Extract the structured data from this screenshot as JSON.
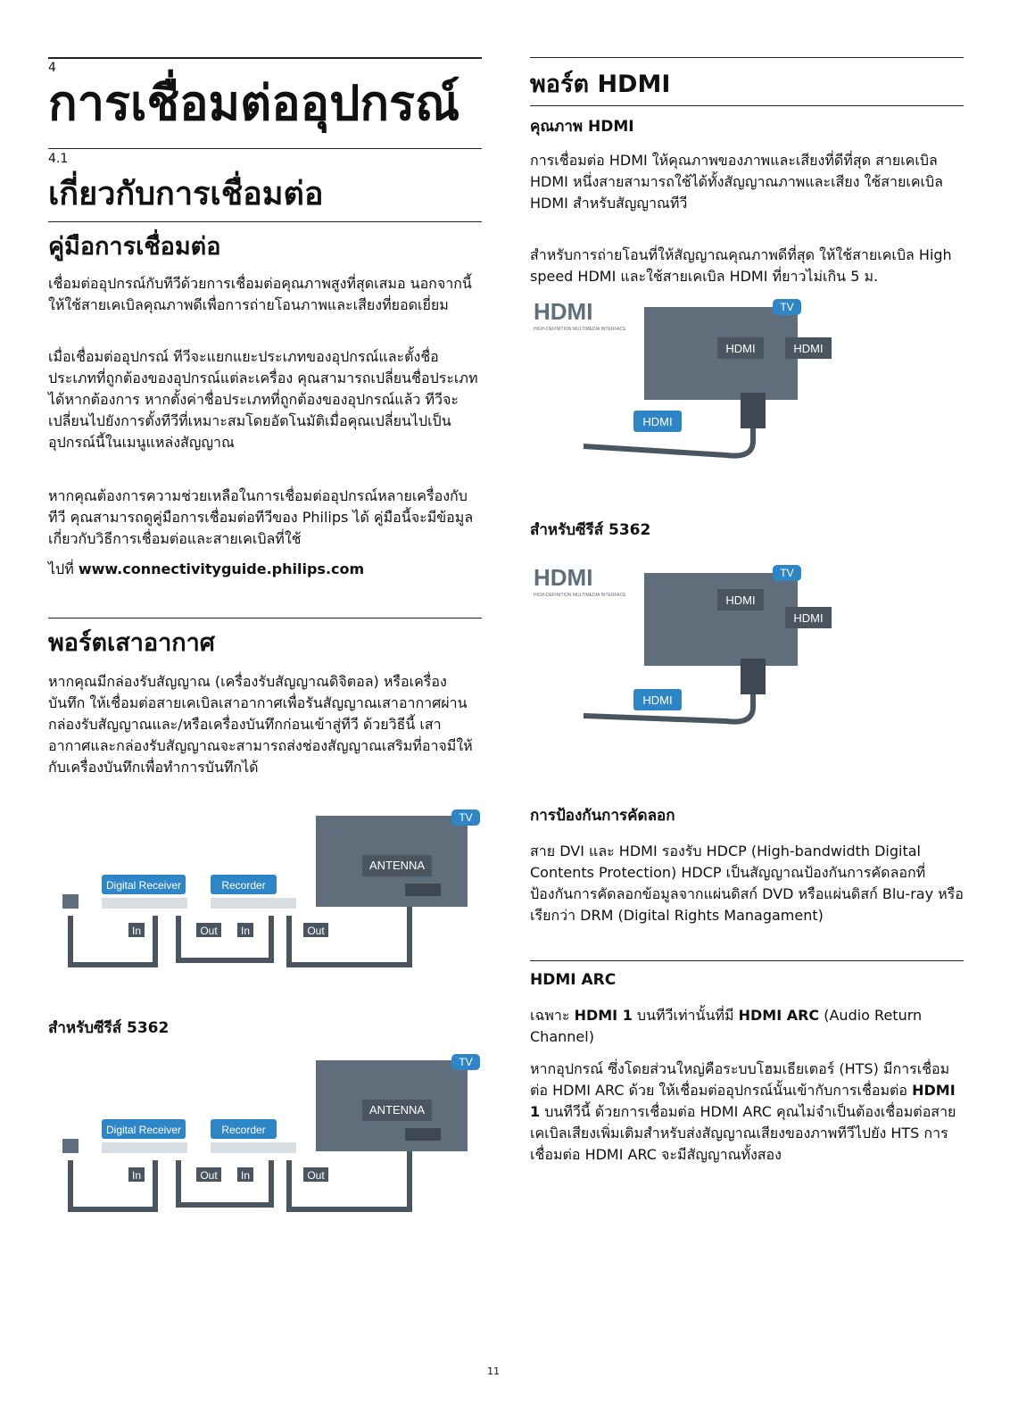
{
  "chapter": {
    "number": "4",
    "title": "การเชื่อมต่ออุปกรณ์"
  },
  "section": {
    "number": "4.1",
    "title": "เกี่ยวกับการเชื่อมต่อ"
  },
  "guide": {
    "title": "คู่มือการเชื่อมต่อ",
    "p1": "เชื่อมต่ออุปกรณ์กับทีวีด้วยการเชื่อมต่อคุณภาพสูงที่สุดเสมอ นอกจากนี้ ให้ใช้สายเคเบิลคุณภาพดีเพื่อการถ่ายโอนภาพและเสียงที่ยอดเยี่ยม",
    "p2": "เมื่อเชื่อมต่ออุปกรณ์ ทีวีจะแยกแยะประเภทของอุปกรณ์และตั้งชื่อประเภทที่ถูกต้องของอุปกรณ์แต่ละเครื่อง คุณสามารถเปลี่ยนชื่อประเภทได้หากต้องการ หากตั้งค่าชื่อประเภทที่ถูกต้องของอุปกรณ์แล้ว ทีวีจะเปลี่ยนไปยังการตั้งทีวีที่เหมาะสมโดยอัตโนมัติเมื่อคุณเปลี่ยนไปเป็นอุปกรณ์นี้ในเมนูแหล่งสัญญาณ",
    "p3": "หากคุณต้องการความช่วยเหลือในการเชื่อมต่ออุปกรณ์หลายเครื่องกับทีวี คุณสามารถดูคู่มือการเชื่อมต่อทีวีของ Philips ได้ คู่มือนี้จะมีข้อมูลเกี่ยวกับวิธีการเชื่อมต่อและสายเคเบิลที่ใช้",
    "link_prefix": "ไปที่ ",
    "link_url": "www.connectivityguide.philips.com"
  },
  "antenna": {
    "title": "พอร์ตเสาอากาศ",
    "p1": "หากคุณมีกล่องรับสัญญาณ (เครื่องรับสัญญาณดิจิตอล) หรือเครื่องบันทึก ให้เชื่อมต่อสายเคเบิลเสาอากาศเพื่อรันสัญญาณเสาอากาศผ่านกล่องรับสัญญาณและ/หรือเครื่องบันทึกก่อนเข้าสู่ทีวี ด้วยวิธีนี้ เสาอากาศและกล่องรับสัญญาณจะสามารถส่งช่องสัญญาณเสริมที่อาจมีให้กับเครื่องบันทึกเพื่อทำการบันทึกได้",
    "caption_series": "สำหรับซีรีส์ 5362",
    "diagram": {
      "tv": "TV",
      "antenna": "ANTENNA",
      "receiver": "Digital Receiver",
      "recorder": "Recorder",
      "in": "In",
      "out": "Out"
    }
  },
  "hdmi": {
    "title": "พอร์ต HDMI",
    "quality_title": "คุณภาพ HDMI",
    "q1": "การเชื่อมต่อ HDMI ให้คุณภาพของภาพและเสียงที่ดีที่สุด สายเคเบิล HDMI หนึ่งสายสามารถใช้ได้ทั้งสัญญาณภาพและเสียง ใช้สายเคเบิล HDMI สำหรับสัญญาณทีวี",
    "q2": "สำหรับการถ่ายโอนที่ให้สัญญาณคุณภาพดีที่สุด ให้ใช้สายเคเบิล High speed HDMI และใช้สายเคเบิล HDMI ที่ยาวไม่เกิน 5 ม.",
    "caption_series": "สำหรับซีรีส์ 5362",
    "diagram": {
      "logo": "HDMI",
      "logo_sub": "HIGH-DEFINITION MULTIMEDIA INTERFACE",
      "tv": "TV",
      "port1": "HDMI",
      "port2": "HDMI",
      "cable": "HDMI"
    },
    "copy_title": "การป้องกันการคัดลอก",
    "copy_p": "สาย DVI และ HDMI รองรับ HDCP (High-bandwidth Digital Contents Protection) HDCP เป็นสัญญาณป้องกันการคัดลอกที่ป้องกันการคัดลอกข้อมูลจากแผ่นดิสก์ DVD หรือแผ่นดิสก์ Blu-ray หรือเรียกว่า DRM (Digital Rights Managament)",
    "arc_title": "HDMI ARC",
    "arc_p1_a": "เฉพาะ ",
    "arc_p1_b": "HDMI 1",
    "arc_p1_c": " บนทีวีเท่านั้นที่มี ",
    "arc_p1_d": "HDMI ARC",
    "arc_p1_e": " (Audio Return Channel)",
    "arc_p2_a": "หากอุปกรณ์ ซึ่งโดยส่วนใหญ่คือระบบโฮมเธียเตอร์ (HTS) มีการเชื่อมต่อ HDMI ARC ด้วย ให้เชื่อมต่ออุปกรณ์นั้นเข้ากับการเชื่อมต่อ ",
    "arc_p2_b": "HDMI 1",
    "arc_p2_c": " บนทีวีนี้ ด้วยการเชื่อมต่อ HDMI ARC คุณไม่จำเป็นต้องเชื่อมต่อสายเคเบิลเสียงเพิ่มเติมสำหรับส่งสัญญาณเสียงของภาพทีวีไปยัง HTS การเชื่อมต่อ HDMI ARC จะมีสัญญาณทั้งสอง"
  },
  "page_number": "11",
  "colors": {
    "tv_gray": "#5f6e7a",
    "badge_blue": "#2f86c6",
    "device_gray": "#d9dee2",
    "cable": "#4a5560"
  }
}
